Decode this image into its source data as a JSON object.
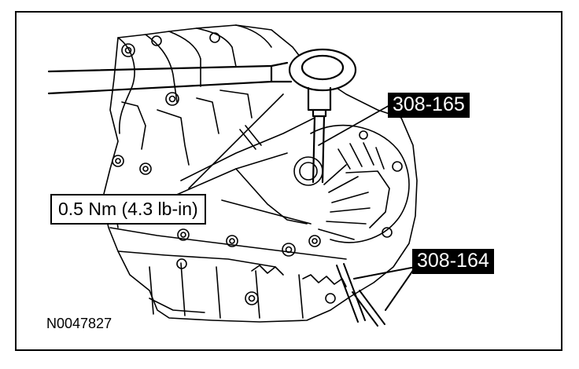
{
  "labels": {
    "tool_upper": "308-165",
    "tool_lower": "308-164",
    "torque": "0.5 Nm (4.3 lb-in)",
    "figure_id": "N0047827"
  }
}
